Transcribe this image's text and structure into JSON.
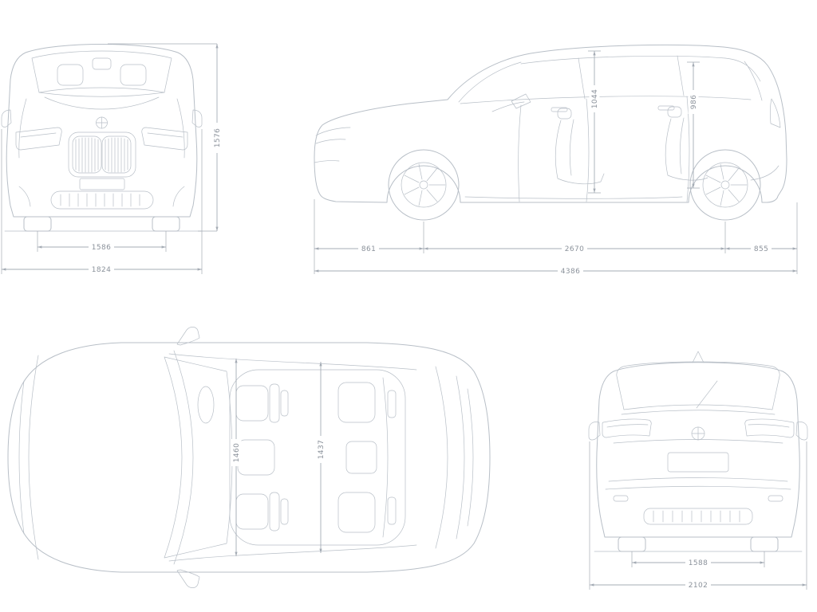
{
  "colors": {
    "background": "#ffffff",
    "line": "#b8bfc7",
    "dim": "#a5acb5",
    "text": "#8b929b"
  },
  "views": {
    "front": {
      "dims": {
        "overall_height": "1576",
        "front_track": "1586",
        "overall_width": "1824"
      }
    },
    "side": {
      "dims": {
        "front_interior_height": "1044",
        "rear_interior_height": "986",
        "front_overhang": "861",
        "wheelbase": "2670",
        "rear_overhang": "855",
        "overall_length": "4386"
      }
    },
    "top": {
      "dims": {
        "front_interior_width": "1460",
        "rear_interior_width": "1437"
      }
    },
    "rear": {
      "dims": {
        "rear_track": "1588",
        "width_with_mirrors": "2102"
      }
    }
  }
}
